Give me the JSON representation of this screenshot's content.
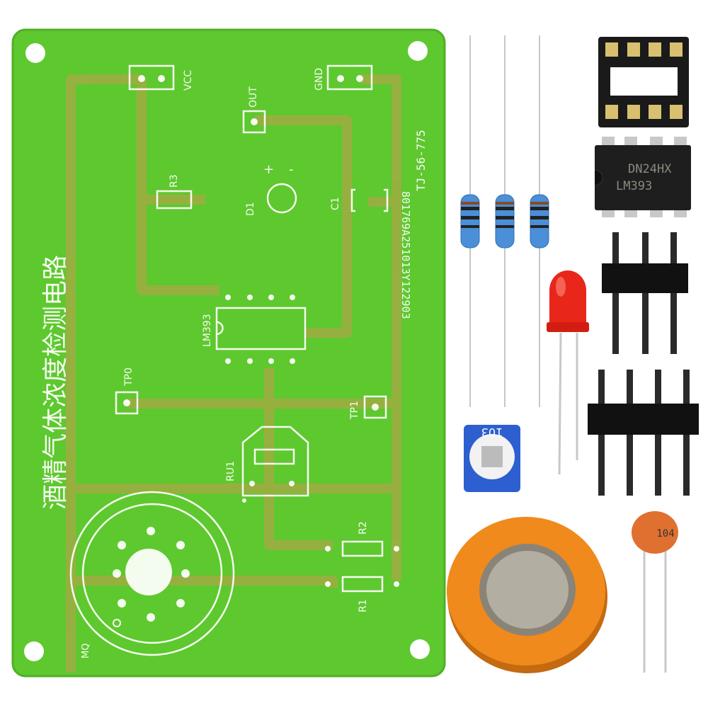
{
  "pcb": {
    "title": "酒精气体浓度检测电路",
    "serial": "801769A251013Y122903",
    "model": "TJ-56-775",
    "labels": {
      "vcc": "VCC",
      "gnd": "GND",
      "out": "OUT",
      "r3": "R3",
      "d1": "D1",
      "c1": "C1",
      "lm393": "LM393",
      "tp0": "TP0",
      "tp1": "TP1",
      "ru1": "RU1",
      "r2": "R2",
      "r1": "R1",
      "mq": "MQ",
      "plus": "+",
      "minus": "-"
    }
  },
  "components": {
    "ic_code": "DN24HX",
    "ic_name": "LM393",
    "pot_code": "103",
    "cap_code": "104"
  },
  "colors": {
    "board": "#5ec82f",
    "trace": "#9fae3e",
    "silk": "#f4fbef",
    "sensor": "#f08a1c",
    "led": "#e8261a",
    "pot": "#2d5fd0"
  }
}
